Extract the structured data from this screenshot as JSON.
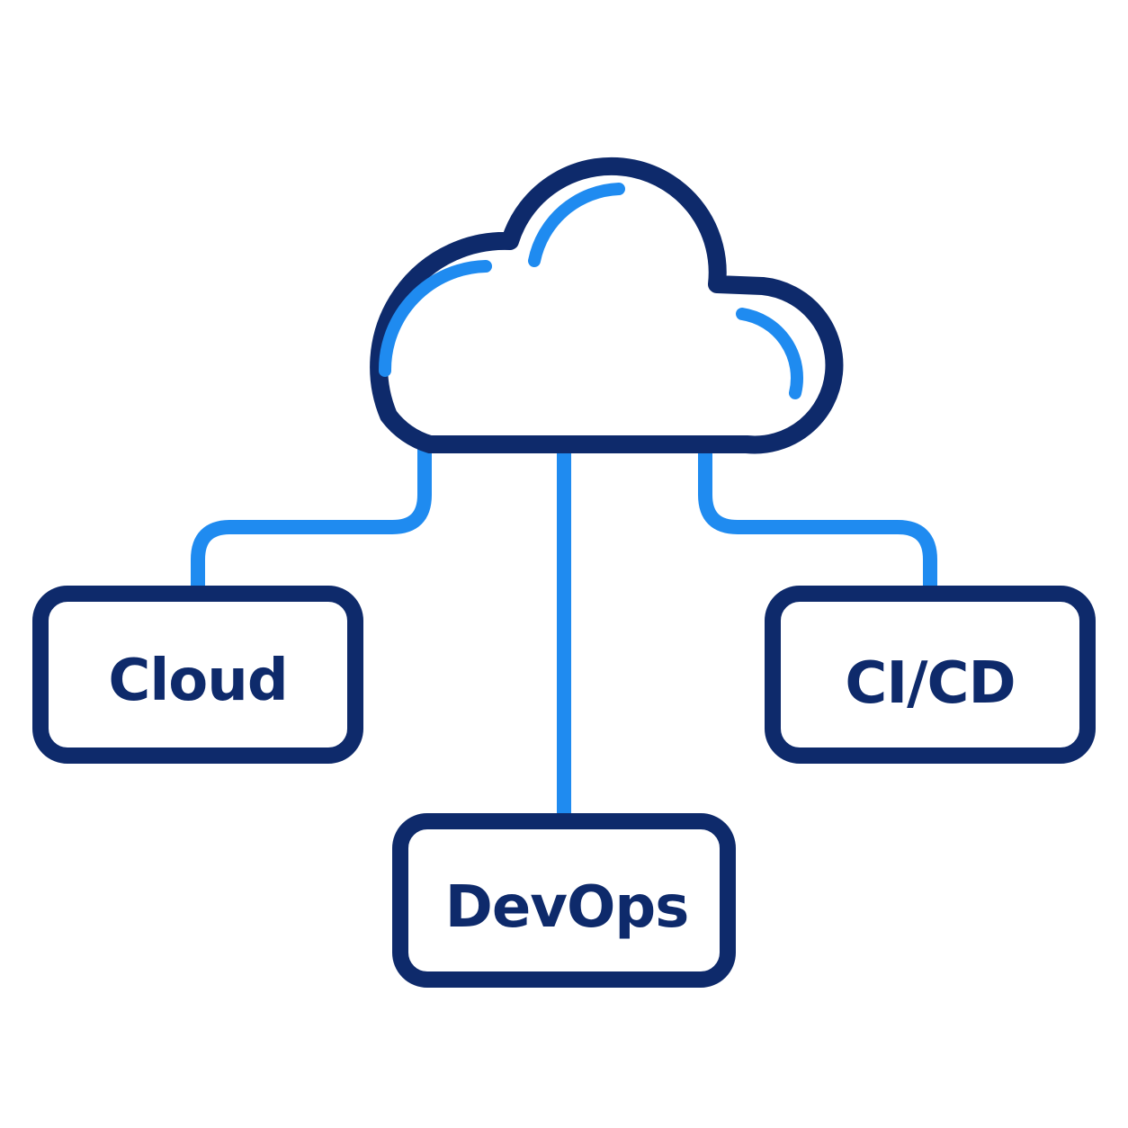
{
  "diagram": {
    "nodes": {
      "cloud": {
        "label": "Cloud"
      },
      "cicd": {
        "label": "CI/CD"
      },
      "devops": {
        "label": "DevOps"
      }
    }
  },
  "colors": {
    "background": "#ffffff",
    "outline": "#0e2a6b",
    "accent": "#1f8bf0",
    "text": "#0e2a6b"
  },
  "icons": {
    "hub": "cloud-icon"
  }
}
